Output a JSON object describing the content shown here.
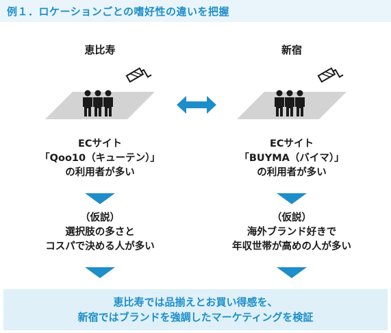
{
  "title": "例１．ロケーションごとの嗜好性の違いを把握",
  "locations": [
    {
      "name": "恵比寿",
      "ec_lines": [
        "ECサイト",
        "「Qoo10（キューテン）」",
        "の利用者が多い"
      ],
      "hypothesis_lines": [
        "（仮説）",
        "選択肢の多さと",
        "コスパで決める人が多い"
      ]
    },
    {
      "name": "新宿",
      "ec_lines": [
        "ECサイト",
        "「BUYMA（バイマ）」",
        "の利用者が多い"
      ],
      "hypothesis_lines": [
        "（仮説）",
        "海外ブランド好きで",
        "年収世帯が高めの人が多い"
      ]
    }
  ],
  "conclusion_lines": [
    "恵比寿では品揃えとお買い得感を、",
    "新宿ではブランドを強調したマーケティングを検証"
  ],
  "colors": {
    "accent": "#1e8ec9",
    "title_bg": "#e9f5fb",
    "conclusion_bg": "#dff0f8",
    "floor": "#d3d3d3"
  },
  "icons": [
    "people-icon",
    "security-camera-icon",
    "double-arrow-icon",
    "down-arrow-icon"
  ]
}
